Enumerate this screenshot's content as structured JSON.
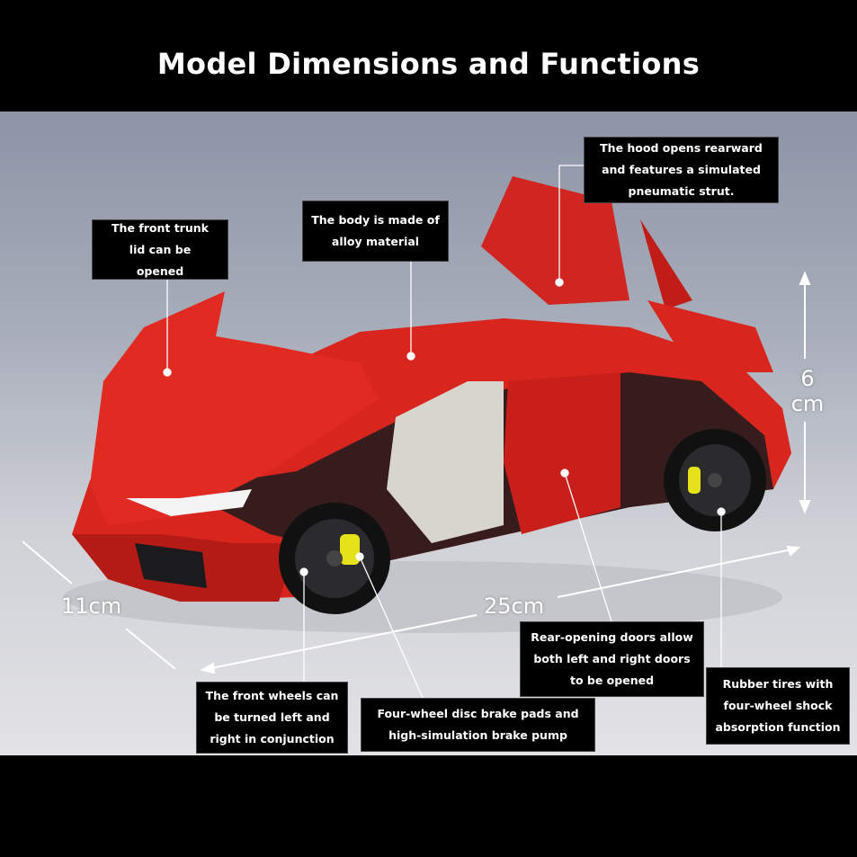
{
  "title": "Model Dimensions and Functions",
  "dimensions": {
    "width": "11cm",
    "length": "25cm",
    "height": "6 cm"
  },
  "callouts": {
    "front_trunk": "The front trunk lid can be opened",
    "body": "The body is made of alloy material",
    "hood": "The hood opens rearward and features a simulated pneumatic strut.",
    "doors": "Rear-opening doors  allow both left and right doors to be opened",
    "tires": "Rubber tires with four-wheel shock absorption function",
    "front_wheels": "The front wheels can be turned left and right in conjunction",
    "brakes": "Four-wheel disc brake pads and high-simulation brake pump"
  },
  "colors": {
    "car_body": "#d8261f",
    "caliper": "#e6e21a",
    "label_bg": "#000000"
  }
}
